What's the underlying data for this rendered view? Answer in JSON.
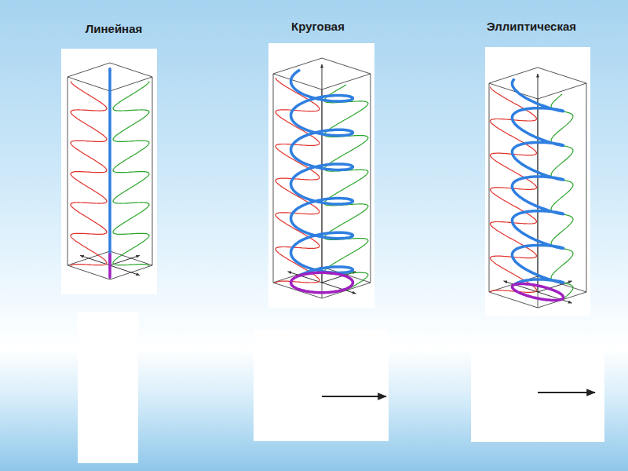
{
  "diagram": {
    "labels": [
      "Линейная",
      "Круговая",
      "Эллиптическая"
    ]
  }
}
